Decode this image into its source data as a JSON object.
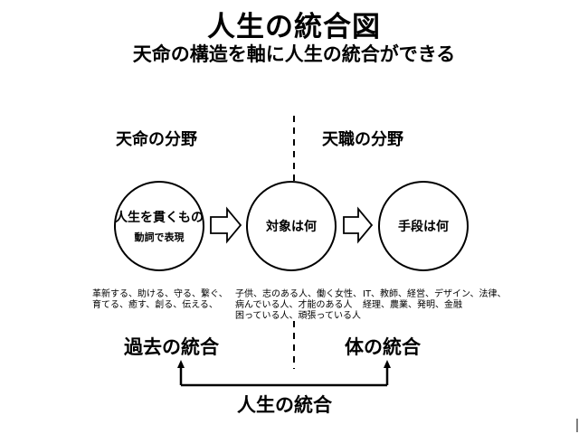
{
  "title": "人生の統合図",
  "subtitle": "天命の構造を軸に人生の統合ができる",
  "sections": {
    "left": "天命の分野",
    "right": "天職の分野"
  },
  "circles": {
    "c1_main": "人生を貫くもの",
    "c1_sub": "動詞で表現",
    "c2_main": "対象は何",
    "c3_main": "手段は何"
  },
  "examples": {
    "verbs": [
      "革新する、助ける、守る、繋ぐ、",
      "育てる、癒す、創る、伝える、"
    ],
    "targets": [
      "子供、志のある人、働く女性、",
      "病んでいる人、才能のある人",
      "困っている人、頑張っている人"
    ],
    "means": [
      "IT、教師、経営、デザイン、法律、",
      "経理、農業、発明、金融"
    ]
  },
  "integration": {
    "past": "過去の統合",
    "body": "体の統合",
    "life": "人生の統合"
  }
}
